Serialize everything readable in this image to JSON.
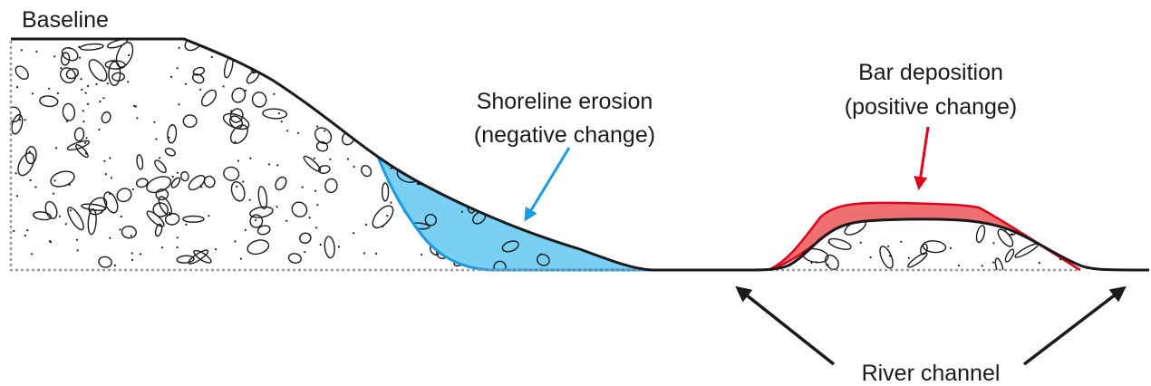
{
  "labels": {
    "baseline": "Baseline",
    "erosion_line1": "Shoreline erosion",
    "erosion_line2": "(negative change)",
    "deposition_line1": "Bar deposition",
    "deposition_line2": "(positive change)",
    "river_channel": "River channel"
  },
  "colors": {
    "erosion_fill": "#79d0f3",
    "erosion_stroke": "#1a9be6",
    "deposition_fill": "#ef6f73",
    "deposition_stroke": "#e2001a",
    "profile": "#1a1a1a",
    "baseline_dotted": "#9a9a9a"
  }
}
